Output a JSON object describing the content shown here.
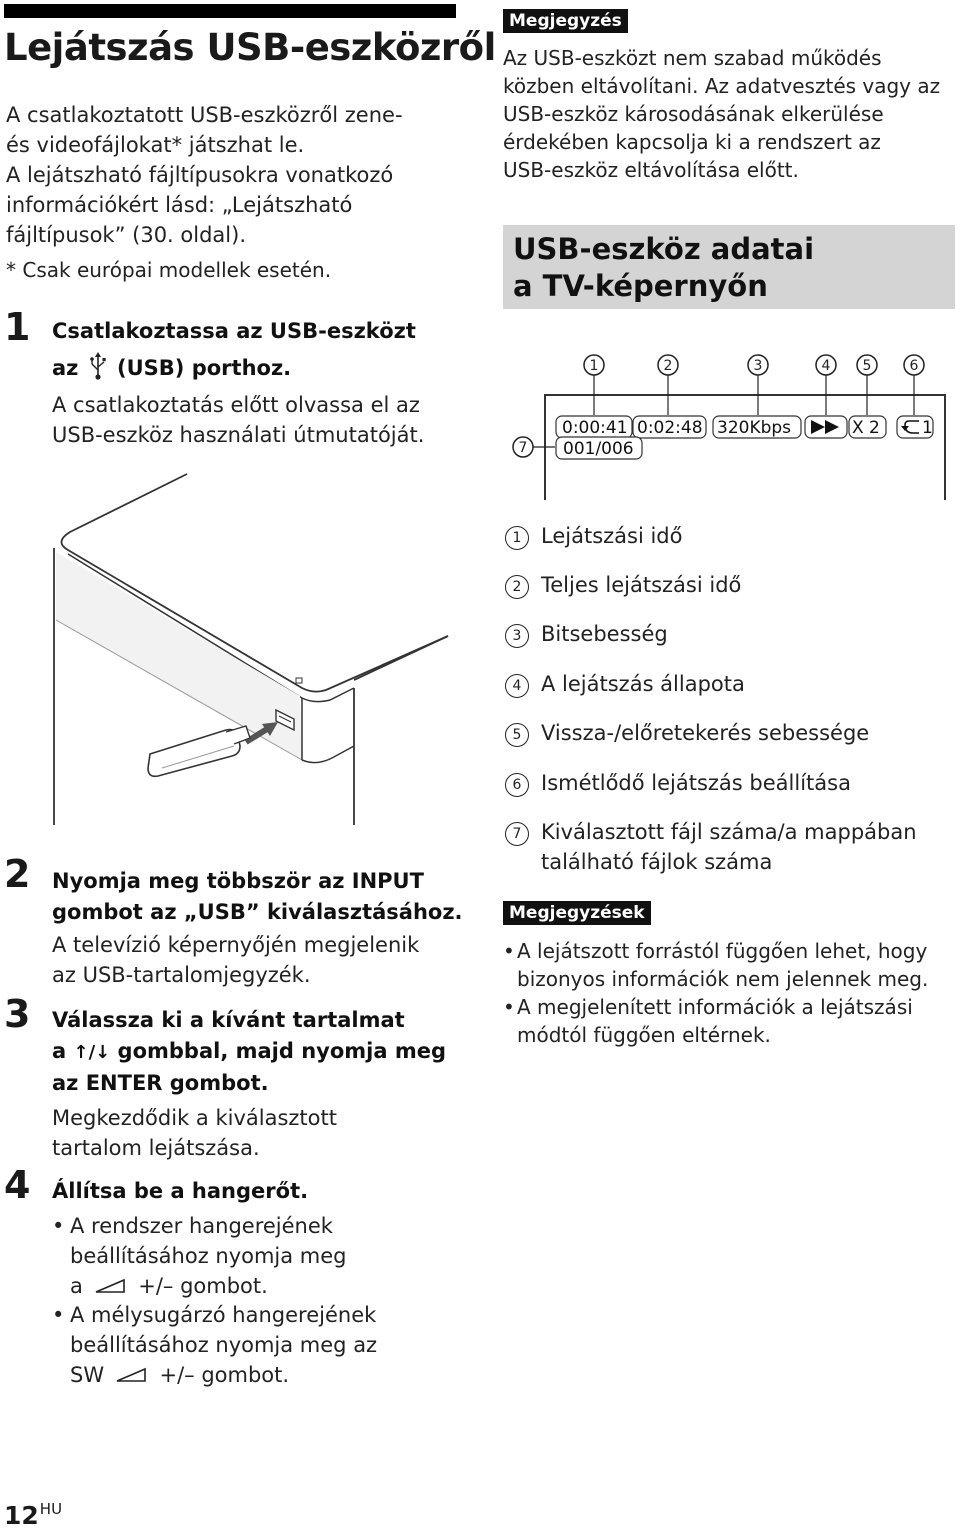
{
  "page": {
    "title": "Lejátszás USB-eszközről",
    "intro_lines": [
      "A csatlakoztatott USB-eszközről zene-",
      "és videofájlokat* játszhat le.",
      "A lejátszható fájltípusokra vonatkozó",
      "információkért lásd: „Lejátszható",
      "fájltípusok” (30. oldal)."
    ],
    "footnote": "* Csak európai modellek esetén.",
    "page_number": "12",
    "page_lang": "HU"
  },
  "steps": [
    {
      "number": "1",
      "head_lines": [
        "Csatlakoztassa az USB-eszközt",
        "az",
        "(USB) porthoz."
      ],
      "body_lines": [
        "A csatlakoztatás előtt olvassa el az",
        "USB-eszköz használati útmutatóját."
      ]
    },
    {
      "number": "2",
      "head_lines": [
        "Nyomja meg többször az INPUT",
        "gombot az „USB” kiválasztásához."
      ],
      "body_lines": [
        "A televízió képernyőjén megjelenik",
        "az USB-tartalomjegyzék."
      ]
    },
    {
      "number": "3",
      "head_lines": [
        "Válassza ki a kívánt tartalmat",
        "a",
        "gombbal, majd nyomja meg",
        "az ENTER gombot."
      ],
      "arrows": "↑/↓",
      "body_lines": [
        "Megkezdődik a kiválasztott",
        "tartalom lejátszása."
      ]
    },
    {
      "number": "4",
      "head_lines": [
        "Állítsa be a hangerőt."
      ],
      "bullets": [
        [
          "A rendszer hangerejének",
          "beállításához nyomja meg",
          "a",
          "+/– gombot."
        ],
        [
          "A mélysugárzó hangerejének",
          "beállításához nyomja meg az",
          "SW",
          "+/– gombot."
        ]
      ]
    }
  ],
  "note": {
    "label": "Megjegyzés",
    "lines": [
      "Az USB-eszközt nem szabad működés",
      "közben eltávolítani. Az adatvesztés vagy az",
      "USB-eszköz károsodásának elkerülése",
      "érdekében kapcsolja ki a rendszert az",
      "USB-eszköz eltávolítása előtt."
    ]
  },
  "section": {
    "title_lines": [
      "USB-eszköz adatai",
      "a TV-képernyőn"
    ]
  },
  "tv_screen": {
    "callout_numbers": [
      "1",
      "2",
      "3",
      "4",
      "5",
      "6",
      "7"
    ],
    "play_time": "0:00:41",
    "total_time": "0:02:48",
    "bitrate": "320Kbps",
    "speed": "X 2",
    "repeat": "1",
    "file_count": "001/006"
  },
  "legend": [
    {
      "num": "1",
      "text": "Lejátszási idő"
    },
    {
      "num": "2",
      "text": "Teljes lejátszási idő"
    },
    {
      "num": "3",
      "text": "Bitsebesség"
    },
    {
      "num": "4",
      "text": "A lejátszás állapota"
    },
    {
      "num": "5",
      "text": "Vissza-/előretekerés sebessége"
    },
    {
      "num": "6",
      "text": "Ismétlődő lejátszás beállítása"
    },
    {
      "num": "7",
      "text": "Kiválasztott fájl száma/a mappában",
      "text2": "található fájlok száma"
    }
  ],
  "notes": {
    "label": "Megjegyzések",
    "items": [
      [
        "A lejátszott forrástól függően lehet, hogy",
        "bizonyos információk nem jelennek meg."
      ],
      [
        "A megjelenített információk a lejátszási",
        "módtól függően eltérnek."
      ]
    ]
  },
  "icons": {
    "usb": "usb-icon",
    "volume": "volume-wedge-icon",
    "play_state": "fast-forward-icon",
    "repeat": "repeat-icon"
  }
}
